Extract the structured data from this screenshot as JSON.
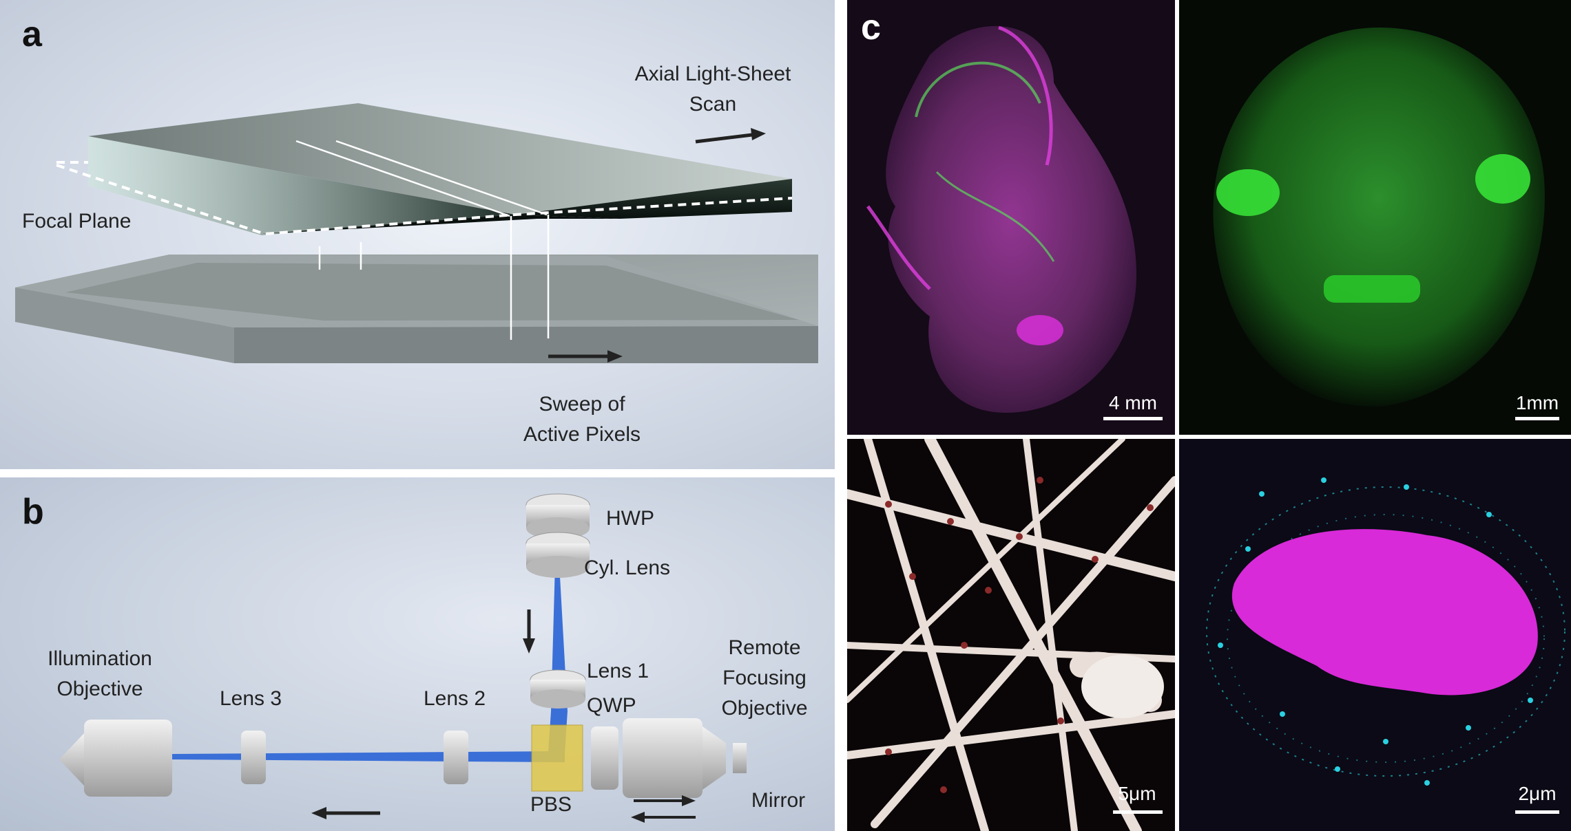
{
  "panel_a": {
    "letter": "a",
    "axial_scan_label_line1": "Axial Light-Sheet",
    "axial_scan_label_line2": "Scan",
    "focal_plane_label": "Focal Plane",
    "sweep_label_line1": "Sweep of",
    "sweep_label_line2": "Active Pixels"
  },
  "panel_b": {
    "letter": "b",
    "hwp": "HWP",
    "cyl_lens": "Cyl. Lens",
    "lens1": "Lens 1",
    "qwp": "QWP",
    "remote_obj_line1": "Remote",
    "remote_obj_line2": "Focusing",
    "remote_obj_line3": "Objective",
    "illum_obj_line1": "Illumination",
    "illum_obj_line2": "Objective",
    "lens3": "Lens 3",
    "lens2": "Lens 2",
    "pbs": "PBS",
    "mirror": "Mirror"
  },
  "panel_c": {
    "letter": "c",
    "scale_embryo": "4 mm",
    "scale_brain": "1mm",
    "scale_neuron": "5μm",
    "scale_cell": "2μm"
  },
  "colors": {
    "beam": "#3a6fd8",
    "pbs": "#e0c84a",
    "green": "#2bd12b",
    "magenta": "#e020e0",
    "cyan": "#2ad0e0"
  }
}
